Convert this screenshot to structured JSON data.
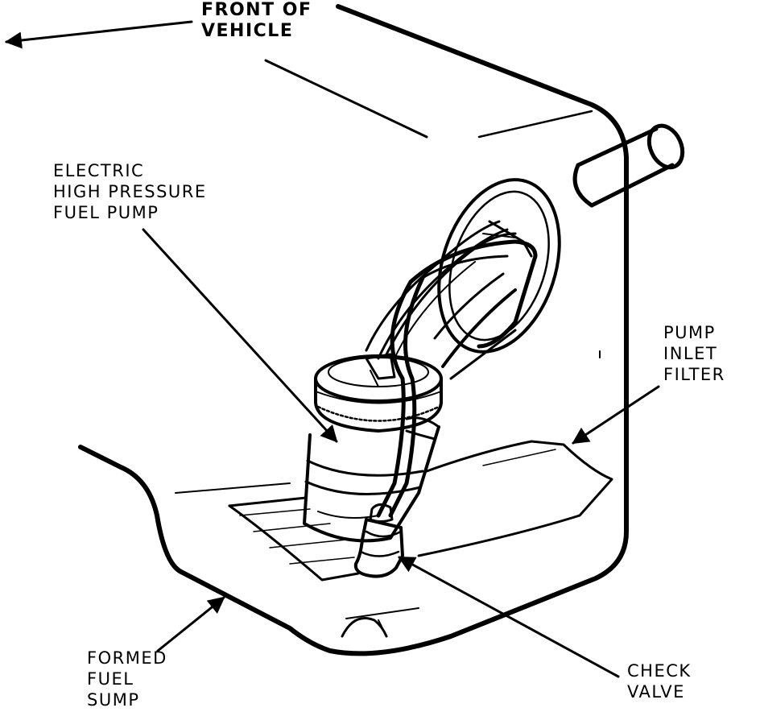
{
  "labels": {
    "front": [
      "FRONT OF",
      "VEHICLE"
    ],
    "pump": [
      "ELECTRIC",
      "HIGH PRESSURE",
      "FUEL PUMP"
    ],
    "filter": [
      "PUMP",
      "INLET",
      "FILTER"
    ],
    "sump": [
      "FORMED",
      "FUEL",
      "SUMP"
    ],
    "valve": [
      "CHECK",
      "VALVE"
    ]
  },
  "colors": {
    "ink": "#000000",
    "paper": "#ffffff"
  }
}
